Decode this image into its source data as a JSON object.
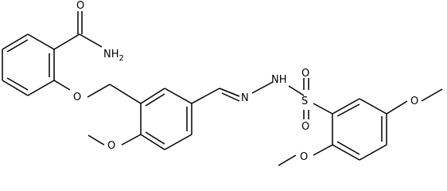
{
  "molecule": {
    "atom_labels": {
      "amide_o": "O",
      "amide_nh2": "NH",
      "amide_nh2_subscript": "2",
      "ether_o": "O",
      "methoxy_o_left": "O",
      "hydrazone_n": "N",
      "hydrazone_nh": "NH",
      "sulfonyl_s": "S",
      "sulfonyl_o_top": "O",
      "sulfonyl_o_bottom": "O",
      "methoxy_o_right": "O",
      "methoxy_o_bottom": "O"
    }
  },
  "colors": {
    "bond": "#000000",
    "label": "#000000",
    "background": "#ffffff"
  }
}
